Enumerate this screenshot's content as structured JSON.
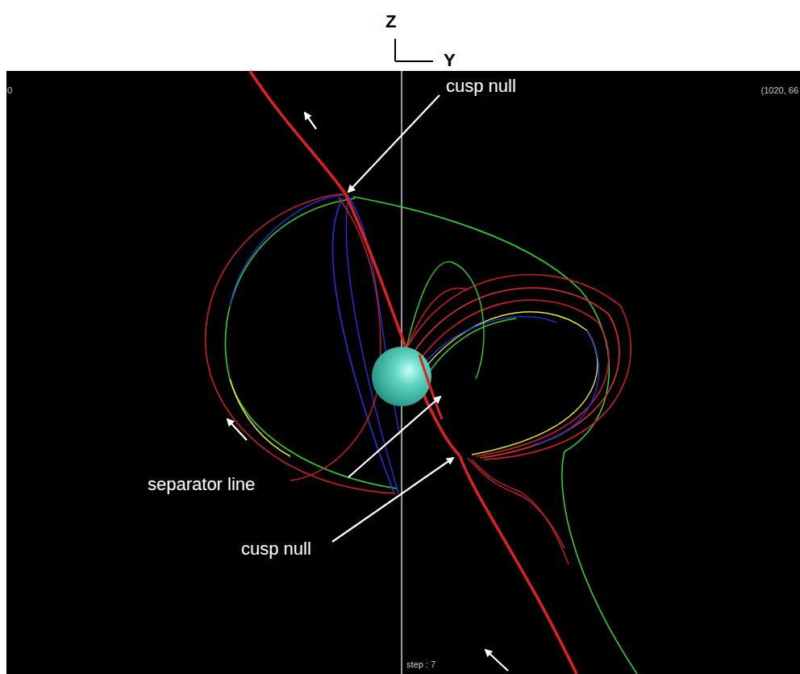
{
  "diagram": {
    "labels": [
      "Z",
      "Y",
      "0",
      "(1020, 66",
      "cusp null",
      "separator line",
      "cusp null",
      "step : 7"
    ]
  }
}
